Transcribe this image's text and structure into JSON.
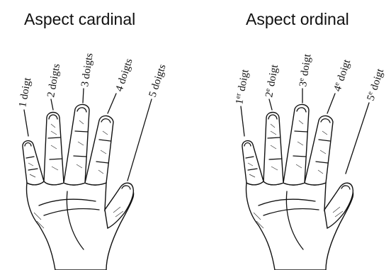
{
  "diagrams": [
    {
      "title": "Aspect cardinal",
      "labels": [
        {
          "number": "1",
          "text": " doigt"
        },
        {
          "number": "2",
          "text": " doigts"
        },
        {
          "number": "3",
          "text": " doigts"
        },
        {
          "number": "4",
          "text": " doigts"
        },
        {
          "number": "5",
          "text": " doigts"
        }
      ]
    },
    {
      "title": "Aspect ordinal",
      "labels": [
        {
          "number": "1",
          "sup": "er",
          "text": " doigt"
        },
        {
          "number": "2",
          "sup": "e",
          "text": " doigt"
        },
        {
          "number": "3",
          "sup": "e",
          "text": " doigt"
        },
        {
          "number": "4",
          "sup": "e",
          "text": " doigt"
        },
        {
          "number": "5",
          "sup": "e",
          "text": " doigt"
        }
      ]
    }
  ]
}
